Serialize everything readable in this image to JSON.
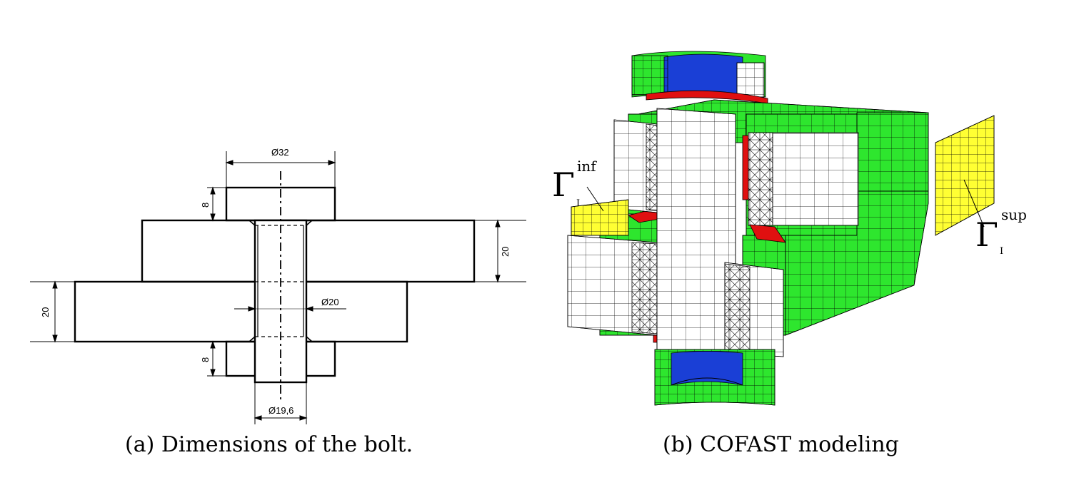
{
  "panel_a": {
    "caption": "(a) Dimensions of the bolt.",
    "dimensions": {
      "head_diameter": "Ø32",
      "shank_diameter": "Ø20",
      "hole_diameter": "Ø19,6",
      "head_height_top": "8",
      "nut_height_bottom": "8",
      "upper_plate_thickness": "20",
      "lower_plate_thickness": "20"
    }
  },
  "panel_b": {
    "caption": "(b) COFAST modeling",
    "label_inf": {
      "symbol": "Γ",
      "superscript": "inf",
      "subscript": "I"
    },
    "label_sup": {
      "symbol": "Γ",
      "superscript": "sup",
      "subscript": "I"
    }
  },
  "colors": {
    "mesh_green": "#2ee62e",
    "mesh_blue": "#1a3fd6",
    "mesh_red": "#e01010",
    "mesh_yellow": "#ffff33",
    "mesh_white": "#ffffff",
    "line": "#000000"
  }
}
